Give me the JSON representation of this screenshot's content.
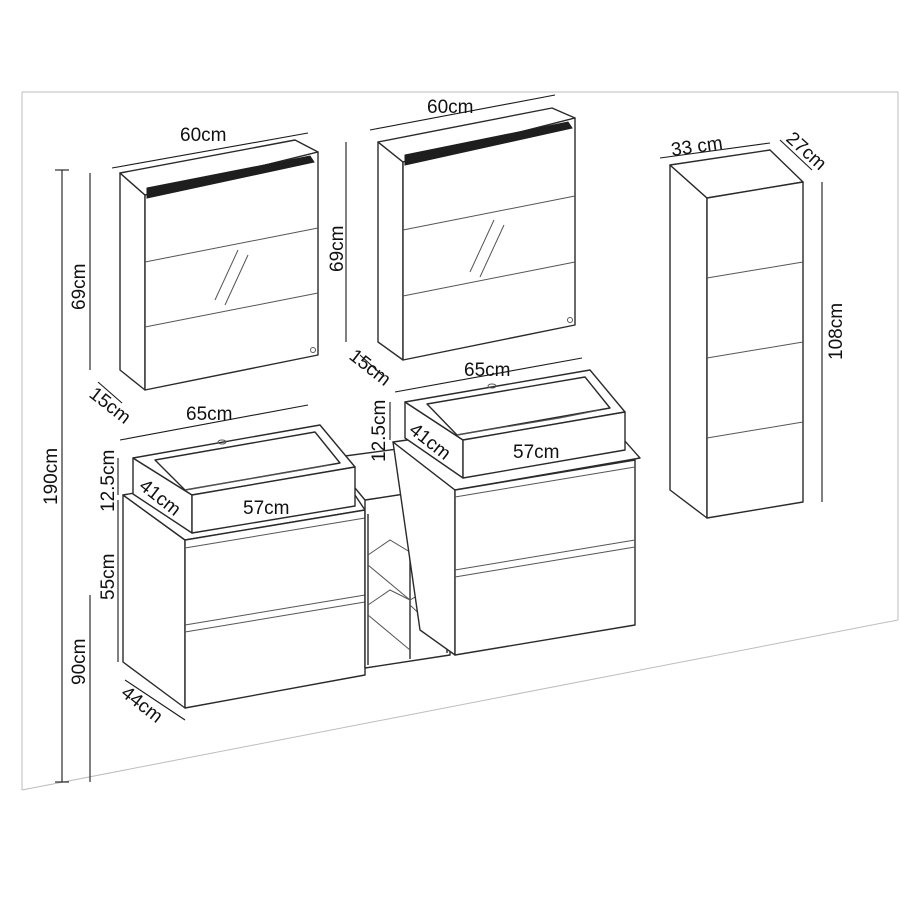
{
  "labels": {
    "height_total": "190cm",
    "height_mirror_left": "69cm",
    "depth_mirror_left": "15cm",
    "width_mirror_left": "60cm",
    "width_mirror_right": "60cm",
    "height_mirror_right": "69cm",
    "depth_mirror_right": "15cm",
    "width_basin_left": "65cm",
    "width_basin_right": "65cm",
    "height_basin_left": "12.5cm",
    "height_basin_right": "12.5cm",
    "depth_basin_left": "41cm",
    "depth_basin_right": "41cm",
    "inner_basin_left": "57cm",
    "inner_basin_right": "57cm",
    "height_cabinet": "55cm",
    "height_floor": "90cm",
    "depth_cabinet": "44cm",
    "width_tall": "33 cm",
    "depth_tall": "27cm",
    "height_tall": "108cm"
  },
  "colors": {
    "line": "#2a2a2a",
    "wall": "#bdbdbd",
    "led": "#1e1e1e"
  }
}
